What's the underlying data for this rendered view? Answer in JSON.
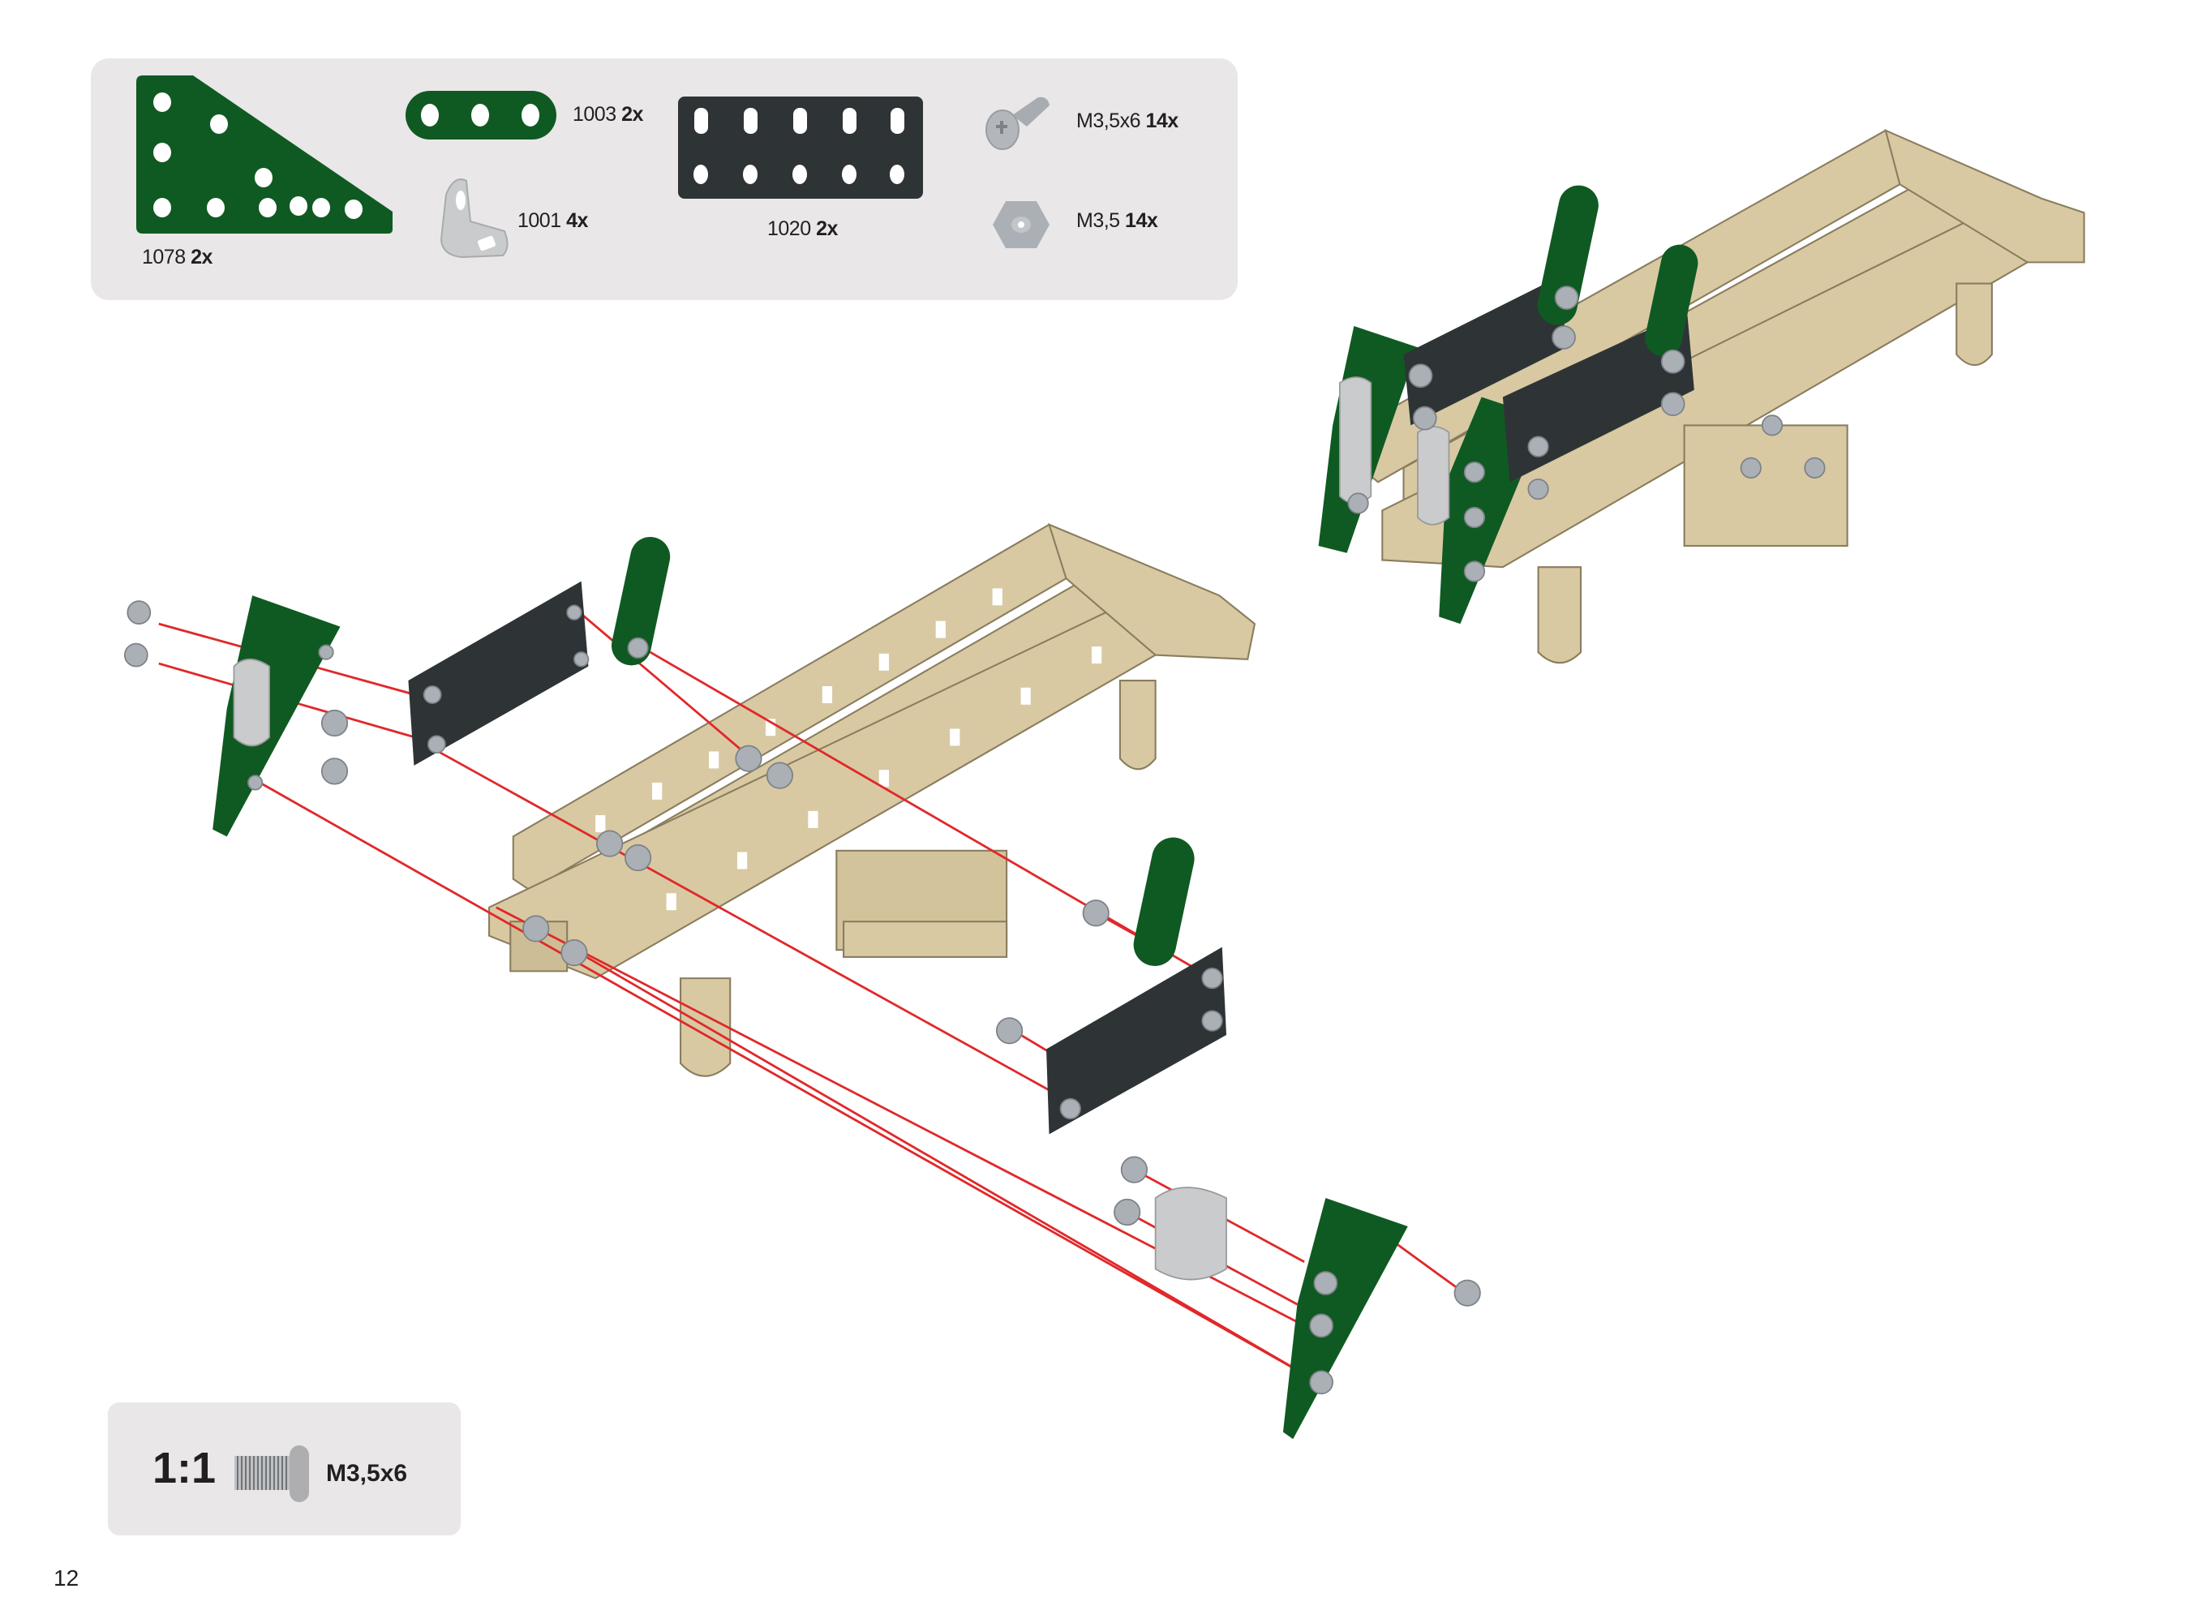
{
  "parts": [
    {
      "code": "1078",
      "qty": "2x"
    },
    {
      "code": "1003",
      "qty": "2x"
    },
    {
      "code": "1001",
      "qty": "4x"
    },
    {
      "code": "1020",
      "qty": "2x"
    },
    {
      "code": "M3,5x6",
      "qty": "14x"
    },
    {
      "code": "M3,5",
      "qty": "14x"
    }
  ],
  "scale": {
    "ratio": "1:1",
    "name": "M3,5x6"
  },
  "page_number": "12",
  "colors": {
    "green": "#0f5a22",
    "dark": "#2e3436",
    "beige": "#d8c9a3",
    "silver": "#b9bcbf",
    "red": "#e0282a",
    "panel": "#e9e7e8"
  }
}
